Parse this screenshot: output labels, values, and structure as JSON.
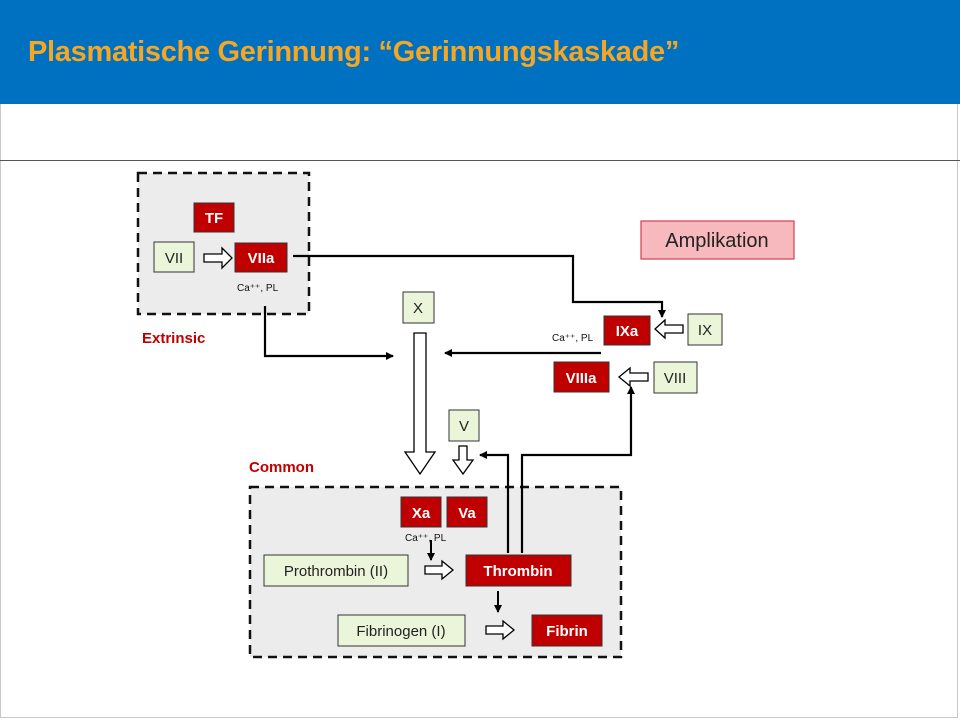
{
  "header": {
    "title": "Plasmatische Gerinnung: “Gerinnungskaskade”"
  },
  "diagram": {
    "group_labels": {
      "extrinsic": "Extrinsic",
      "common": "Common"
    },
    "amplification": "Amplikation",
    "factors": {
      "tf": "TF",
      "vii": "VII",
      "viia": "VIIa",
      "x": "X",
      "ix": "IX",
      "ixa": "IXa",
      "viii": "VIII",
      "viiia": "VIIIa",
      "v": "V",
      "xa": "Xa",
      "va": "Va",
      "prothrombin": "Prothrombin (II)",
      "thrombin": "Thrombin",
      "fibrinogen": "Fibrinogen (I)",
      "fibrin": "Fibrin"
    },
    "cofactor_note": "Ca⁺⁺, PL",
    "colors": {
      "active_fill": "#c00000",
      "inactive_fill": "#ebf5d9",
      "amp_fill": "#f7b9bd",
      "group_fill": "#ececec",
      "header": "#0070c0",
      "title": "#f5a623"
    }
  }
}
